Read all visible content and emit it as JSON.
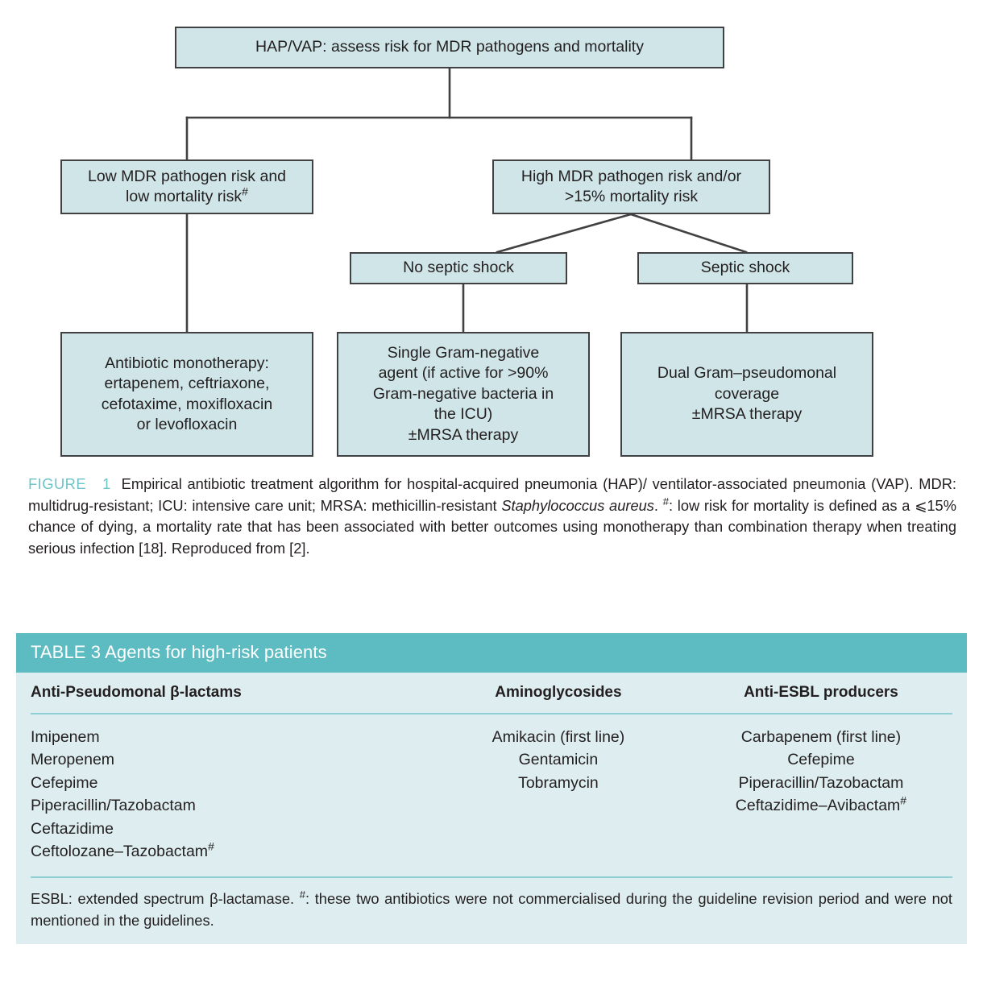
{
  "figure": {
    "nodes": {
      "root": "HAP/VAP: assess risk for MDR pathogens and mortality",
      "low_risk_line1": "Low MDR pathogen risk and",
      "low_risk_line2": "low mortality risk",
      "low_risk_marker": "#",
      "high_risk_line1": "High MDR pathogen risk and/or",
      "high_risk_line2": ">15% mortality risk",
      "no_septic_shock": "No septic shock",
      "septic_shock": "Septic shock",
      "monotherapy": [
        "Antibiotic monotherapy:",
        "ertapenem, ceftriaxone,",
        "cefotaxime, moxifloxacin",
        "or levofloxacin"
      ],
      "single_agent": [
        "Single Gram-negative",
        "agent (if active for >90%",
        "Gram-negative bacteria in",
        "the ICU)",
        "±MRSA therapy"
      ],
      "dual_coverage": [
        "Dual Gram–pseudomonal",
        "coverage",
        "±MRSA therapy"
      ]
    },
    "caption": {
      "label": "FIGURE",
      "number": "1",
      "part1": "Empirical antibiotic treatment algorithm for hospital-acquired pneumonia (HAP)/ ventilator-associated pneumonia (VAP). MDR: multidrug-resistant; ICU: intensive care unit; MRSA: methicillin-resistant ",
      "italic": "Staphylococcus aureus",
      "part2": ". ",
      "marker": "#",
      "part3": ": low risk for mortality is defined as a ⩽15% chance of dying, a mortality rate that has been associated with better outcomes using monotherapy than combination therapy when treating serious infection [18]. Reproduced from [2]."
    }
  },
  "table": {
    "title": "TABLE 3 Agents for high-risk patients",
    "headers": [
      "Anti-Pseudomonal β-lactams",
      "Aminoglycosides",
      "Anti-ESBL producers"
    ],
    "columns": [
      [
        "Imipenem",
        "Meropenem",
        "Cefepime",
        "Piperacillin/Tazobactam",
        "Ceftazidime",
        "Ceftolozane–Tazobactam#"
      ],
      [
        "Amikacin (first line)",
        "Gentamicin",
        "Tobramycin"
      ],
      [
        "Carbapenem (first line)",
        "Cefepime",
        "Piperacillin/Tazobactam",
        "Ceftazidime–Avibactam#"
      ]
    ],
    "footnote_part1": "ESBL: extended spectrum β-lactamase. ",
    "footnote_marker": "#",
    "footnote_part2": ": these two antibiotics were not commercialised during the guideline revision period and were not mentioned in the guidelines."
  },
  "colors": {
    "node_fill": "#cfe5e8",
    "node_border": "#414042",
    "table_header_teal": "#5dbcc1",
    "table_body_bg": "#deeef0",
    "table_rule": "#8fd0d4",
    "figure_label_teal": "#6cc4c8"
  }
}
